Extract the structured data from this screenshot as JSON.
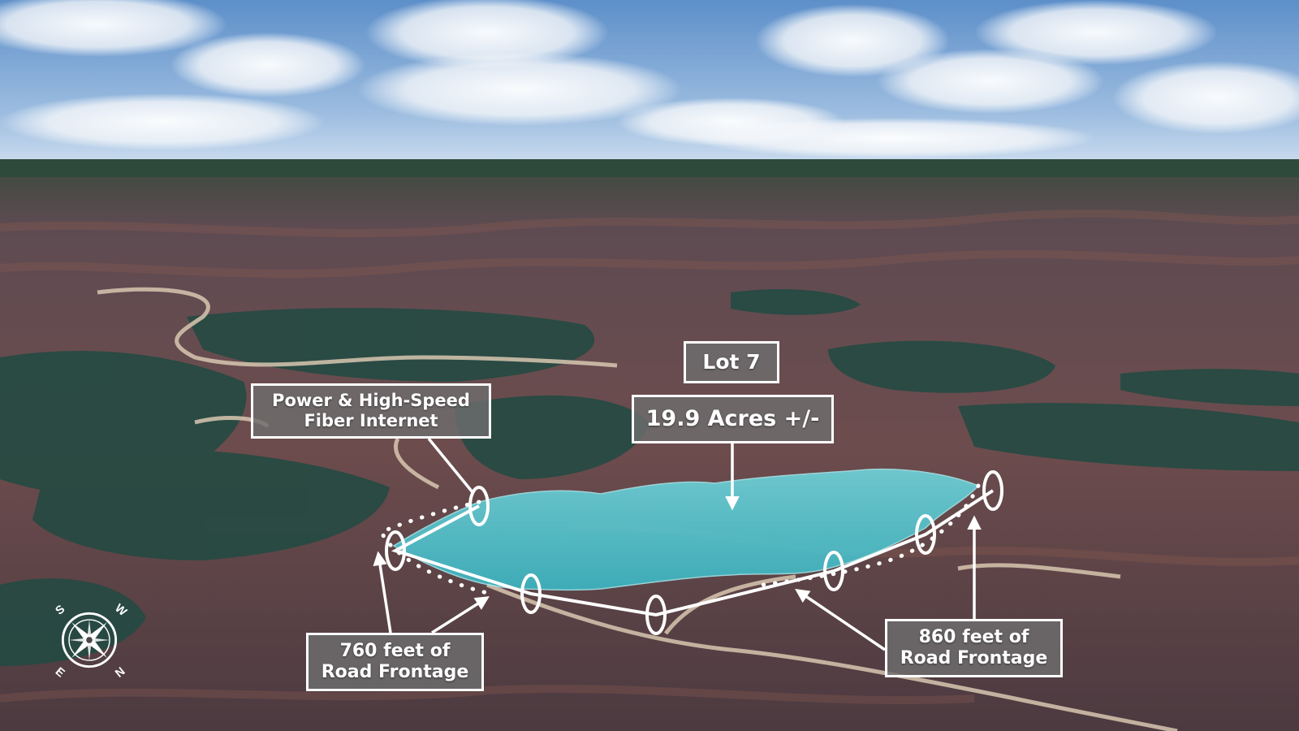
{
  "labels": {
    "lot": "Lot 7",
    "acres": "19.9 Acres +/-",
    "utilities": [
      "Power & High-Speed",
      "Fiber Internet"
    ],
    "frontage_west": [
      "760 feet of",
      "Road Frontage"
    ],
    "frontage_east": [
      "860 feet of",
      "Road Frontage"
    ]
  },
  "compass": {
    "letters": [
      "S",
      "W",
      "N",
      "E"
    ]
  },
  "colors": {
    "parcel_fill": "#4fd6e0",
    "label_bg": "#6e6e6e",
    "label_border": "#ffffff",
    "sky": "#6f9ccc",
    "forest_dark": "#24483e",
    "terrain": "#6a4a4e"
  }
}
